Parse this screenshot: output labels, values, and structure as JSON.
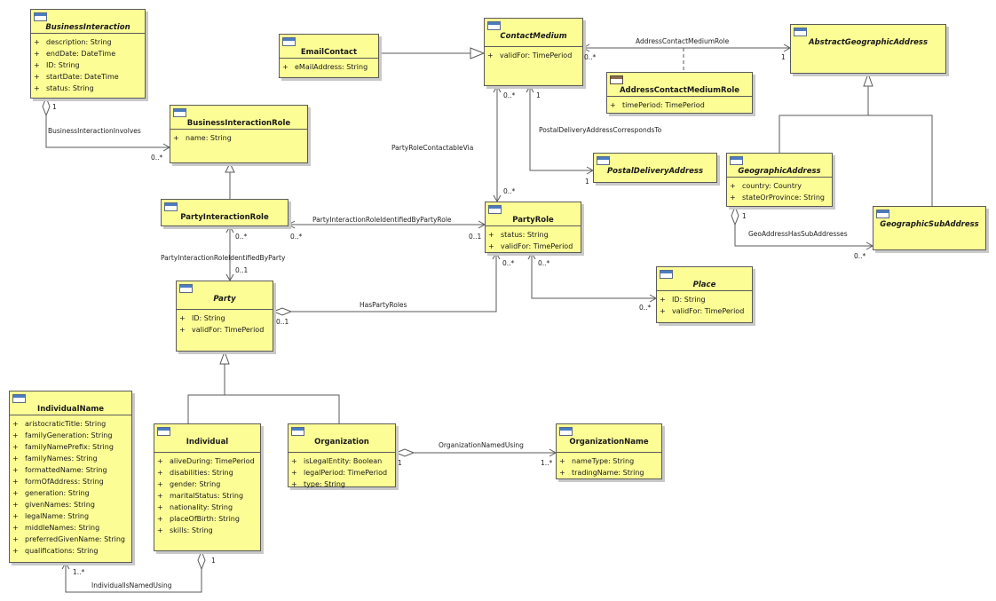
{
  "classes": {
    "business_interaction": {
      "name": "BusinessInteraction",
      "attrs": [
        "description: String",
        "endDate: DateTime",
        "ID: String",
        "startDate: DateTime",
        "status: String"
      ]
    },
    "business_interaction_role": {
      "name": "BusinessInteractionRole",
      "attrs": [
        "name: String"
      ]
    },
    "party_interaction_role": {
      "name": "PartyInteractionRole",
      "attrs": []
    },
    "party": {
      "name": "Party",
      "attrs": [
        "ID: String",
        "validFor: TimePeriod"
      ]
    },
    "email_contact": {
      "name": "EmailContact",
      "attrs": [
        "eMailAddress: String"
      ]
    },
    "contact_medium": {
      "name": "ContactMedium",
      "attrs": [
        "validFor: TimePeriod"
      ]
    },
    "address_contact_medium_role": {
      "name": "AddressContactMediumRole",
      "attrs": [
        "timePeriod: TimePeriod"
      ]
    },
    "abstract_geographic_address": {
      "name": "AbstractGeographicAddress",
      "attrs": []
    },
    "postal_delivery_address": {
      "name": "PostalDeliveryAddress",
      "attrs": []
    },
    "geographic_address": {
      "name": "GeographicAddress",
      "attrs": [
        "country: Country",
        "stateOrProvince: String"
      ]
    },
    "geographic_sub_address": {
      "name": "GeographicSubAddress",
      "attrs": []
    },
    "party_role": {
      "name": "PartyRole",
      "attrs": [
        "status: String",
        "validFor: TimePeriod"
      ]
    },
    "place": {
      "name": "Place",
      "attrs": [
        "ID: String",
        "validFor: TimePeriod"
      ]
    },
    "individual_name": {
      "name": "IndividualName",
      "attrs": [
        "aristocraticTitle: String",
        "familyGeneration: String",
        "familyNamePrefix: String",
        "familyNames: String",
        "formattedName: String",
        "formOfAddress: String",
        "generation: String",
        "givenNames: String",
        "legalName: String",
        "middleNames: String",
        "preferredGivenName: String",
        "qualifications: String"
      ]
    },
    "individual": {
      "name": "Individual",
      "attrs": [
        "aliveDuring: TimePeriod",
        "disabilities: String",
        "gender: String",
        "maritalStatus: String",
        "nationality: String",
        "placeOfBirth: String",
        "skills: String"
      ]
    },
    "organization": {
      "name": "Organization",
      "attrs": [
        "isLegalEntity: Boolean",
        "legalPeriod: TimePeriod",
        "type: String"
      ]
    },
    "organization_name": {
      "name": "OrganizationName",
      "attrs": [
        "nameType: String",
        "tradingName: String"
      ]
    }
  },
  "visibility_symbol": "+",
  "associations": {
    "business_interaction_involves": "BusinessInteractionInvolves",
    "party_interaction_role_identified_by_party_role": "PartyInteractionRoleIdentifiedByPartyRole",
    "party_interaction_role_identified_by_party": "PartyInteractionRoleIdentifiedByParty",
    "has_party_roles": "HasPartyRoles",
    "party_role_contactable_via": "PartyRoleContactableVia",
    "address_contact_medium_role": "AddressContactMediumRole",
    "postal_delivery_address_corresponds_to": "PostalDeliveryAddressCorrespondsTo",
    "geo_address_has_sub_addresses": "GeoAddressHasSubAddresses",
    "organization_named_using": "OrganizationNamedUsing",
    "individual_is_named_using": "IndividualIsNamedUsing"
  },
  "multiplicities": {
    "bi_one": "1",
    "bir_many": "0..*",
    "pir_many_left": "0..*",
    "pr_zero_one": "0..1",
    "pir_many_down": "0..*",
    "party_zero_one_top": "0..1",
    "party_zero_one_right": "0..1",
    "cm_many_left": "0..*",
    "aga_one": "1",
    "cm_many_bottom": "0..*",
    "cm_one_bottom": "1",
    "pr_many_top": "0..*",
    "pda_one": "1",
    "pr_many_bottom_left": "0..*",
    "pr_many_bottom_right": "0..*",
    "place_many": "0..*",
    "ga_one": "1",
    "gsa_many": "0..*",
    "org_one": "1",
    "orgname_many": "1..*",
    "indname_many": "1..*",
    "individual_one": "1"
  },
  "colors": {
    "class_fill": "#fdfd96",
    "border": "#5a5a5a",
    "icon_blue": "#4a7cc0",
    "shadow": "#c9c9c9"
  }
}
